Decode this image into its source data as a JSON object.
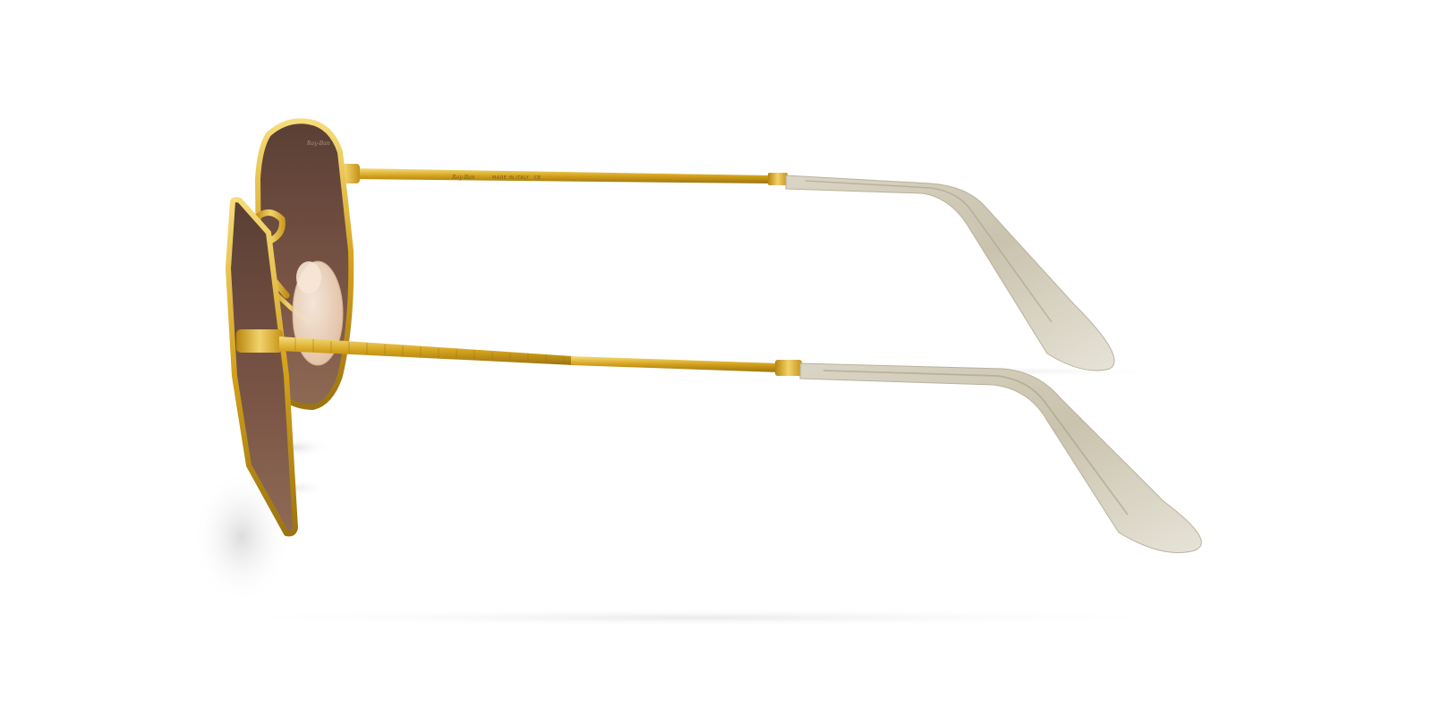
{
  "product": {
    "view": "side",
    "temple_print": {
      "logo": "Ray-Ban",
      "origin": "MADE IN ITALY",
      "mark": "CE"
    },
    "lens_logo": "Ray-Ban"
  },
  "colors": {
    "background": "#ffffff",
    "frame_gold": "#d4a21c",
    "frame_gold_light": "#f2d36b",
    "frame_gold_dark": "#9c7410",
    "lens": "#6b4a3c",
    "temple_tip": "#cfc8b4",
    "nose_pad": "#f3ddc9",
    "shadow": "#d8d8d8"
  }
}
